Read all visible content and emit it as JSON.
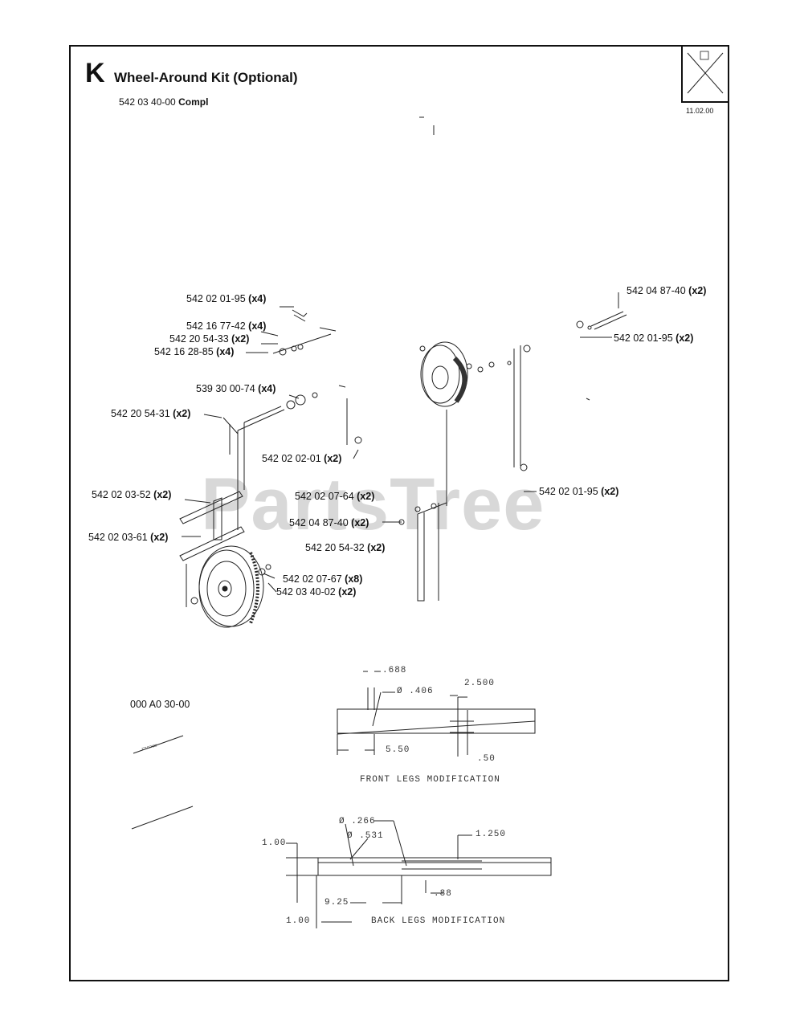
{
  "header": {
    "letter": "K",
    "title": "Wheel-Around Kit (Optional)",
    "subtitle_number": "542 03 40-00",
    "subtitle_suffix": "Compl",
    "corner_date": "11.02.00"
  },
  "watermark": "PartsTree",
  "parts": [
    {
      "num": "542 02 01-95",
      "qty": "(x4)"
    },
    {
      "num": "542 16 77-42",
      "qty": "(x4)"
    },
    {
      "num": "542 20 54-33",
      "qty": "(x2)"
    },
    {
      "num": "542 16 28-85",
      "qty": "(x4)"
    },
    {
      "num": "539 30 00-74",
      "qty": "(x4)"
    },
    {
      "num": "542 20 54-31",
      "qty": "(x2)"
    },
    {
      "num": "542 02 02-01",
      "qty": "(x2)"
    },
    {
      "num": "542 02 03-52",
      "qty": "(x2)"
    },
    {
      "num": "542 02 07-64",
      "qty": "(x2)"
    },
    {
      "num": "542 04 87-40",
      "qty": "(x2)"
    },
    {
      "num": "542 20 54-32",
      "qty": "(x2)"
    },
    {
      "num": "542 02 03-61",
      "qty": "(x2)"
    },
    {
      "num": "542 02 07-67",
      "qty": "(x8)"
    },
    {
      "num": "542 03 40-02",
      "qty": "(x2)"
    },
    {
      "num": "542 04 87-40",
      "qty": "(x2)"
    },
    {
      "num": "542 02 01-95",
      "qty": "(x2)"
    },
    {
      "num": "542 02 01-95",
      "qty": "(x2)"
    }
  ],
  "instruction_number": "000 A0 30-00",
  "front": {
    "d1": ".688",
    "d2": "Ø .406",
    "d3": "2.500",
    "d4": "5.50",
    "d5": ".50",
    "caption": "FRONT LEGS MODIFICATION"
  },
  "back": {
    "d1": "Ø .266",
    "d2": "Ø .531",
    "d3": "1.250",
    "d4": "1.00",
    "d5": "9.25",
    "d6": ".88",
    "d7": "1.00",
    "caption": "BACK LEGS MODIFICATION"
  }
}
